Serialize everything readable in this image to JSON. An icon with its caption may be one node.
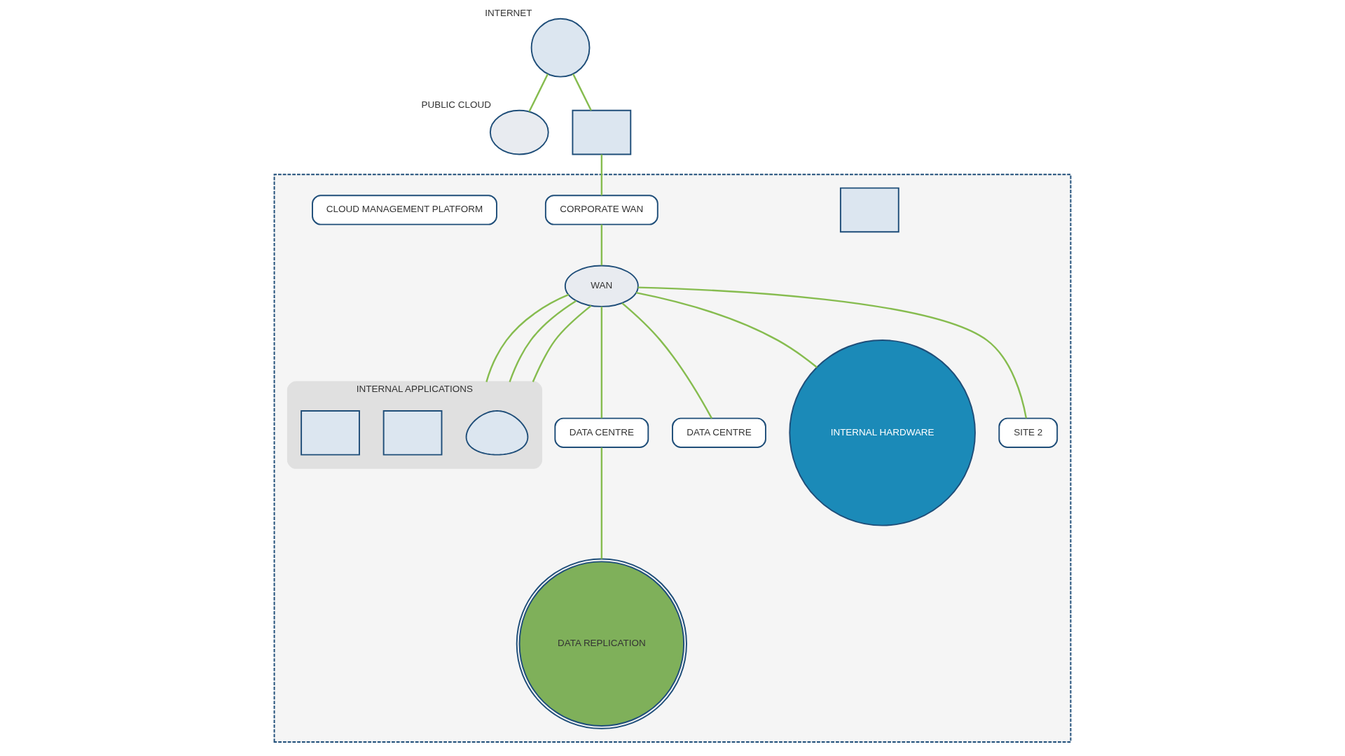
{
  "diagram": {
    "nodes": [
      {
        "text": [],
        "shape": "circle",
        "beside": [
          "INTERNET"
        ]
      },
      {
        "text": [],
        "shape": "cloud",
        "beside": [
          "PUBLIC CLOUD"
        ]
      },
      {
        "text": [],
        "shape": "box"
      },
      {
        "text": [],
        "shape": "box"
      },
      {
        "text": [],
        "shape": "box",
        "in": 3
      },
      {
        "text": [
          "CORPORATE WAN"
        ],
        "in": 3
      },
      {
        "text": [
          "INTERNAL APPLICATIONS"
        ],
        "in": 3
      },
      {
        "text": [],
        "shape": "person",
        "in": 6
      },
      {
        "text": [],
        "shape": "box",
        "in": 6
      },
      {
        "text": [],
        "shape": "box",
        "in": 6
      },
      {
        "text": [
          "DATA CENTRE"
        ],
        "in": 3
      },
      {
        "text": [
          "DATA CENTRE"
        ],
        "in": 3
      },
      {
        "text": [
          "WAN"
        ],
        "in": 3
      },
      {
        "text": [
          "INTERNAL HARDWARE"
        ],
        "in": 3
      },
      {
        "text": [
          "SITE 2"
        ],
        "in": 3
      },
      {
        "text": [
          "CLOUD MANAGEMENT PLATFORM"
        ],
        "in": 3
      },
      {
        "text": [
          "DATA REPLICATION"
        ],
        "in": 3
      }
    ],
    "edges": [
      {
        "from": 0,
        "to": 1,
        "arrow": "none"
      },
      {
        "from": 0,
        "to": 2,
        "arrow": "none"
      },
      {
        "from": 2,
        "to": 5,
        "arrow": "none"
      },
      {
        "from": 5,
        "to": 12,
        "arrow": "none"
      },
      {
        "from": 12,
        "to": 6,
        "arrow": "none"
      },
      {
        "from": 12,
        "to": 6,
        "arrow": "none"
      },
      {
        "from": 12,
        "to": 6,
        "arrow": "none"
      },
      {
        "from": 12,
        "to": 13,
        "arrow": "none"
      },
      {
        "from": 12,
        "to": 14,
        "arrow": "none"
      },
      {
        "from": 12,
        "to": 10,
        "arrow": "none"
      },
      {
        "from": 12,
        "to": 11,
        "arrow": "none"
      },
      {
        "from": 10,
        "to": 16,
        "arrow": "none"
      }
    ]
  }
}
